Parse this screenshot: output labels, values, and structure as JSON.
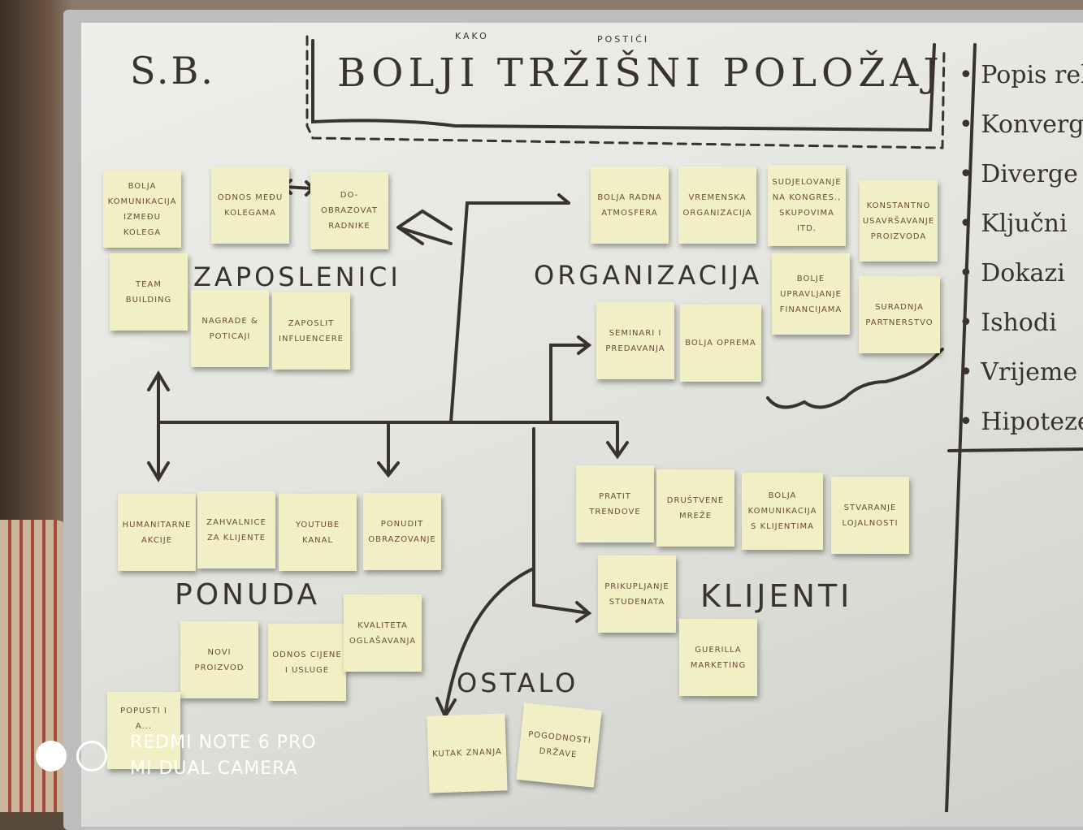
{
  "title": {
    "prefix": "S.B.",
    "main": "BOLJI TRŽIŠNI POLOŽAJ",
    "small_left": "KAKO",
    "small_right": "POSTIĆI"
  },
  "right_list": [
    "• Popis rele",
    "• Konverge",
    "• Diverge",
    "• Ključni",
    "• Dokazi",
    "• Ishodi",
    "• Vrijeme",
    "• Hipoteze"
  ],
  "groups": {
    "zaposlenici": {
      "heading": "ZAPOSLENICI",
      "notes": [
        "BOLJA KOMUNIKACIJA IZMEĐU KOLEGA",
        "ODNOS MEĐU KOLEGAMA",
        "DO-OBRAZOVAT RADNIKE",
        "TEAM BUILDING",
        "NAGRADE & POTICAJI",
        "ZAPOSLIT INFLUENCERE"
      ]
    },
    "organizacija": {
      "heading": "ORGANIZACIJA",
      "notes": [
        "BOLJA RADNA ATMOSFERA",
        "VREMENSKA ORGANIZACIJA",
        "SUDJELOVANJE NA KONGRES., SKUPOVIMA ITD.",
        "KONSTANTNO USAVRŠAVANJE PROIZVODA",
        "BOLJE UPRAVLJANJE FINANCIJAMA",
        "SURADNJA PARTNERSTVO",
        "SEMINARI I PREDAVANJA",
        "BOLJA OPREMA"
      ]
    },
    "klijenti": {
      "heading": "KLIJENTI",
      "notes": [
        "PRATIT TRENDOVE",
        "DRUŠTVENE MREŽE",
        "BOLJA KOMUNIKACIJA S KLIJENTIMA",
        "STVARANJE LOJALNOSTI",
        "PRIKUPLJANJE STUDENATA",
        "GUERILLA MARKETING"
      ]
    },
    "ponuda": {
      "heading": "PONUDA",
      "notes": [
        "HUMANITARNE AKCIJE",
        "ZAHVALNICE ZA KLIJENTE",
        "YOUTUBE KANAL",
        "PONUDIT OBRAZOVANJE",
        "NOVI PROIZVOD",
        "ODNOS CIJENE I USLUGE",
        "KVALITETA OGLAŠAVANJA",
        "POPUSTI I A..."
      ]
    },
    "ostalo": {
      "heading": "OSTALO",
      "notes": [
        "KUTAK ZNANJA",
        "POGODNOSTI DRŽAVE"
      ]
    }
  },
  "watermark": {
    "line1": "REDMI NOTE 6 PRO",
    "line2": "MI DUAL CAMERA"
  }
}
